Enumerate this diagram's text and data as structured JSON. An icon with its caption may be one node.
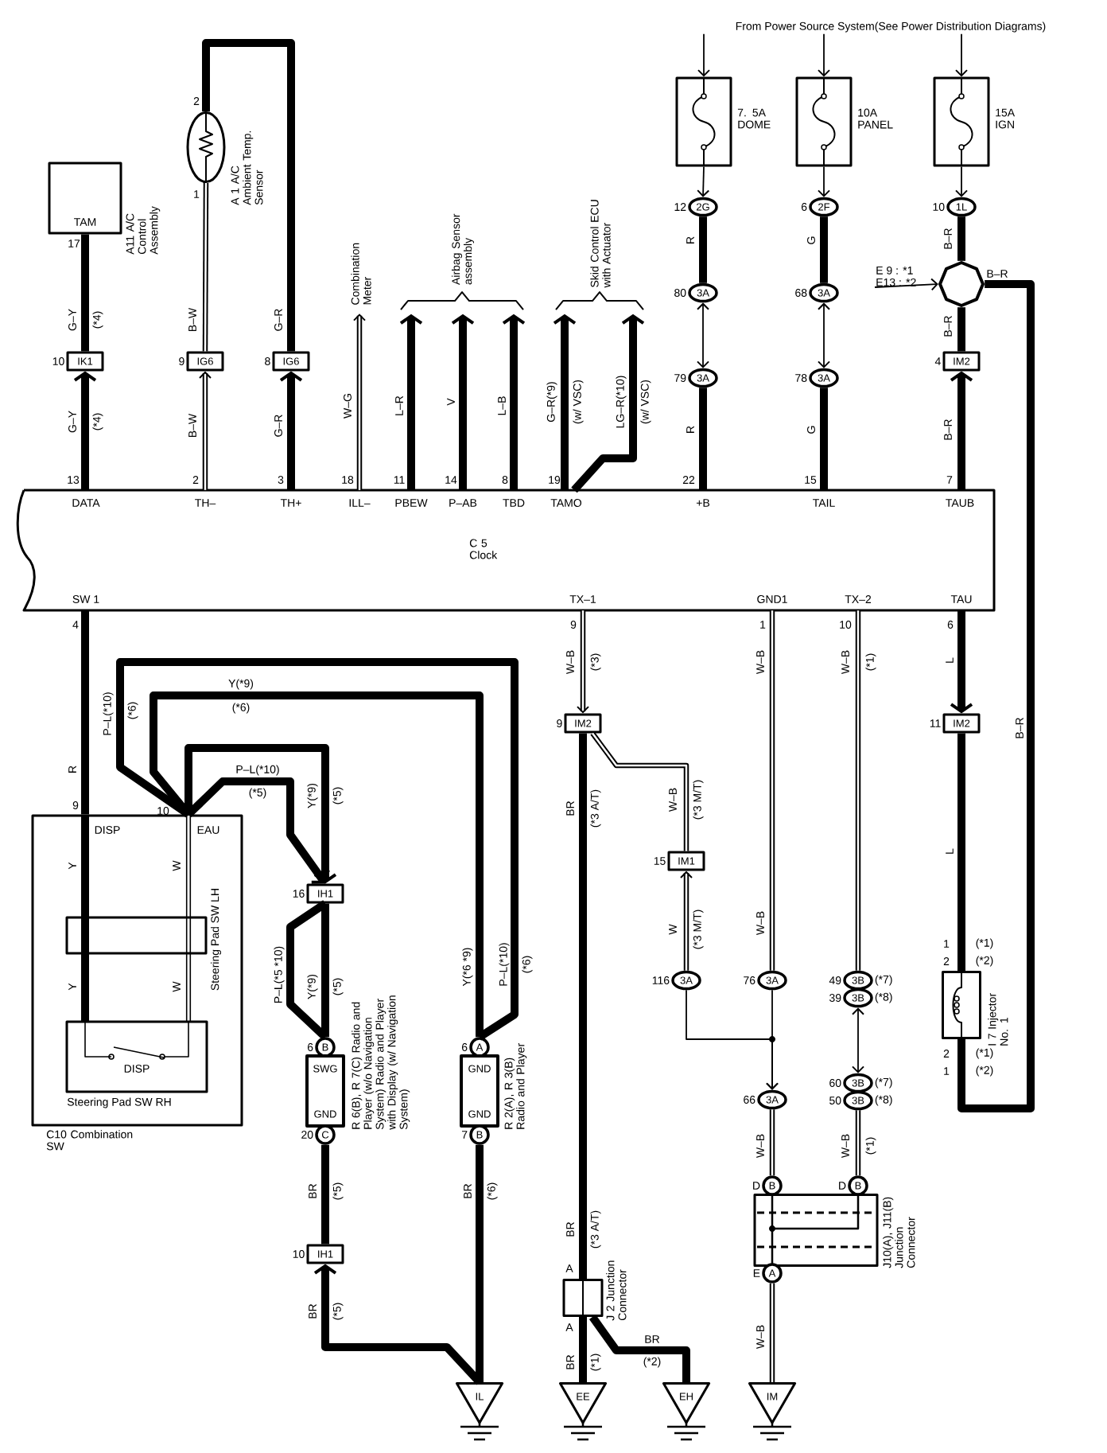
{
  "diagram": {
    "nodes": [
      {
        "text": [
          "TAM"
        ],
        "beside": [
          "A11 A/C Control Assembly"
        ]
      },
      {
        "text": [],
        "shape": "circle",
        "beside": [
          "A 1 A/C Ambient Temp. Sensor"
        ]
      },
      {
        "text": [
          "IK1"
        ],
        "beside": [
          "10"
        ]
      },
      {
        "text": [
          "IG6"
        ],
        "beside": [
          "9"
        ]
      },
      {
        "text": [
          "IG6"
        ],
        "beside": [
          "8"
        ]
      },
      {
        "text": [
          "Combination Meter"
        ]
      },
      {
        "text": [
          "Airbag Sensor assembly"
        ]
      },
      {
        "text": [
          "Skid Control ECU with Actuator"
        ]
      },
      {
        "text": [
          "7. 5A DOME"
        ]
      },
      {
        "text": [
          "10A PANEL"
        ]
      },
      {
        "text": [
          "15A IGN"
        ]
      },
      {
        "text": [
          "2G"
        ],
        "beside": [
          "12"
        ]
      },
      {
        "text": [
          "2F"
        ],
        "beside": [
          "6"
        ]
      },
      {
        "text": [
          "1L"
        ],
        "beside": [
          "10"
        ]
      },
      {
        "text": [],
        "shape": "octagon"
      },
      {
        "text": [
          "E 9 : *1",
          "E13 : *2"
        ]
      },
      {
        "text": [
          "3A"
        ],
        "beside": [
          "80"
        ]
      },
      {
        "text": [
          "3A"
        ],
        "beside": [
          "68"
        ]
      },
      {
        "text": [
          "3A"
        ],
        "beside": [
          "79"
        ]
      },
      {
        "text": [
          "3A"
        ],
        "beside": [
          "78"
        ]
      },
      {
        "text": [
          "IM2"
        ],
        "beside": [
          "4"
        ]
      },
      {
        "text": [
          "C 5 Clock"
        ]
      },
      {
        "text": [
          "IM2"
        ],
        "beside": [
          "9"
        ]
      },
      {
        "text": [
          "IM2"
        ],
        "beside": [
          "11"
        ]
      },
      {
        "text": [
          "C10 Combination SW"
        ]
      },
      {
        "text": [
          "Steering Pad SW LH"
        ],
        "in": 24
      },
      {
        "text": [
          "DISP",
          "Steering Pad SW RH"
        ],
        "in": 24
      },
      {
        "text": [
          "IH1"
        ],
        "beside": [
          "16"
        ]
      },
      {
        "text": [
          "B"
        ],
        "beside": [
          "6"
        ]
      },
      {
        "text": [
          "SWG",
          "GND"
        ],
        "beside": [
          "R 6(B), R 7(C) Radio and Player (w/o Navigation System) Radio and Player with Display (w/ Navigation System)"
        ]
      },
      {
        "text": [
          "C"
        ],
        "beside": [
          "20"
        ]
      },
      {
        "text": [
          "A"
        ],
        "beside": [
          "6"
        ]
      },
      {
        "text": [
          "GND",
          "GND"
        ],
        "beside": [
          "R 2(A), R 3(B) Radio and Player"
        ]
      },
      {
        "text": [
          "B"
        ],
        "beside": [
          "7"
        ]
      },
      {
        "text": [
          "IM1"
        ],
        "beside": [
          "15"
        ]
      },
      {
        "text": [
          "3A"
        ],
        "beside": [
          "116"
        ]
      },
      {
        "text": [
          "3A"
        ],
        "beside": [
          "76"
        ]
      },
      {
        "text": [
          "3B"
        ],
        "beside": [
          "49",
          "(*7)"
        ]
      },
      {
        "text": [
          "3B"
        ],
        "beside": [
          "39",
          "(*8)"
        ]
      },
      {
        "text": [],
        "shape": "box",
        "beside": [
          "I 7 Injector No. 1",
          "1",
          "(*1)",
          "2",
          "(*2)",
          "2",
          "(*1)",
          "1",
          "(*2)"
        ]
      },
      {
        "text": [
          "IH1"
        ],
        "beside": [
          "10"
        ]
      },
      {
        "text": [
          "3A"
        ],
        "beside": [
          "66"
        ]
      },
      {
        "text": [
          "3B"
        ],
        "beside": [
          "60",
          "(*7)"
        ]
      },
      {
        "text": [
          "3B"
        ],
        "beside": [
          "50",
          "(*8)"
        ]
      },
      {
        "text": [
          "B"
        ],
        "beside": [
          "D"
        ]
      },
      {
        "text": [
          "B"
        ],
        "beside": [
          "D"
        ]
      },
      {
        "text": [],
        "shape": "box",
        "beside": [
          "J10(A), J11(B) Junction Connector"
        ]
      },
      {
        "text": [
          "A"
        ],
        "beside": [
          "E"
        ]
      },
      {
        "text": [],
        "shape": "box",
        "beside": [
          "J 2 Junction Connector"
        ]
      },
      {
        "text": [
          "IL"
        ]
      },
      {
        "text": [
          "EE"
        ]
      },
      {
        "text": [
          "EH"
        ]
      },
      {
        "text": [
          "IM"
        ]
      },
      {
        "text": [
          "From Power Source System(See Power Distribution Diagrams)"
        ]
      }
    ],
    "edges": [
      {
        "from": 0,
        "to": 2,
        "arrow": "none"
      },
      {
        "from": 21,
        "to": 2,
        "arrow": "to"
      },
      {
        "from": 1,
        "to": 3,
        "arrow": "none"
      },
      {
        "from": 1,
        "to": 4,
        "arrow": "none"
      },
      {
        "from": 21,
        "to": 3,
        "arrow": "to"
      },
      {
        "from": 21,
        "to": 4,
        "arrow": "to"
      },
      {
        "from": 21,
        "to": 5,
        "arrow": "to"
      },
      {
        "from": 21,
        "to": 6,
        "arrow": "to"
      },
      {
        "from": 21,
        "to": 6,
        "arrow": "to"
      },
      {
        "from": 21,
        "to": 6,
        "arrow": "to"
      },
      {
        "from": 21,
        "to": 7,
        "arrow": "to"
      },
      {
        "from": 21,
        "to": 7,
        "arrow": "to"
      },
      {
        "from": 53,
        "to": 8,
        "arrow": "to"
      },
      {
        "from": 53,
        "to": 9,
        "arrow": "to"
      },
      {
        "from": 53,
        "to": 10,
        "arrow": "to"
      },
      {
        "from": 8,
        "to": 11,
        "arrow": "to"
      },
      {
        "from": 9,
        "to": 12,
        "arrow": "to"
      },
      {
        "from": 10,
        "to": 13,
        "arrow": "to"
      },
      {
        "from": 11,
        "to": 16,
        "arrow": "none"
      },
      {
        "from": 16,
        "to": 18,
        "arrow": "both"
      },
      {
        "from": 18,
        "to": 21,
        "arrow": "none"
      },
      {
        "from": 12,
        "to": 17,
        "arrow": "none"
      },
      {
        "from": 17,
        "to": 19,
        "arrow": "both"
      },
      {
        "from": 19,
        "to": 21,
        "arrow": "none"
      },
      {
        "from": 13,
        "to": 14,
        "arrow": "none"
      },
      {
        "from": 14,
        "to": 20,
        "arrow": "none"
      },
      {
        "from": 21,
        "to": 20,
        "arrow": "to"
      },
      {
        "from": 15,
        "to": 14,
        "arrow": "to"
      },
      {
        "from": 14,
        "to": 39,
        "arrow": "none"
      },
      {
        "from": 21,
        "to": 23,
        "arrow": "to"
      },
      {
        "from": 23,
        "to": 39,
        "arrow": "none"
      },
      {
        "from": 21,
        "to": 24,
        "arrow": "none"
      },
      {
        "from": 24,
        "to": 31,
        "arrow": "none"
      },
      {
        "from": 24,
        "to": 31,
        "arrow": "none"
      },
      {
        "from": 24,
        "to": 27,
        "arrow": "to"
      },
      {
        "from": 24,
        "to": 27,
        "arrow": "to"
      },
      {
        "from": 27,
        "to": 28,
        "arrow": "none"
      },
      {
        "from": 27,
        "to": 28,
        "arrow": "none"
      },
      {
        "from": 30,
        "to": 40,
        "arrow": "none"
      },
      {
        "from": 49,
        "to": 40,
        "arrow": "to"
      },
      {
        "from": 33,
        "to": 49,
        "arrow": "none"
      },
      {
        "from": 21,
        "to": 22,
        "arrow": "to"
      },
      {
        "from": 22,
        "to": 48,
        "arrow": "none"
      },
      {
        "from": 22,
        "to": 34,
        "arrow": "none"
      },
      {
        "from": 35,
        "to": 34,
        "arrow": "to"
      },
      {
        "from": 21,
        "to": 36,
        "arrow": "none"
      },
      {
        "from": 35,
        "to": 41,
        "arrow": "to"
      },
      {
        "from": 36,
        "to": 41,
        "arrow": "to"
      },
      {
        "from": 21,
        "to": 37,
        "arrow": "none"
      },
      {
        "from": 38,
        "to": 42,
        "arrow": "both"
      },
      {
        "from": 41,
        "to": 44,
        "arrow": "none"
      },
      {
        "from": 43,
        "to": 45,
        "arrow": "none"
      },
      {
        "from": 47,
        "to": 52,
        "arrow": "none"
      },
      {
        "from": 48,
        "to": 50,
        "arrow": "none"
      },
      {
        "from": 48,
        "to": 51,
        "arrow": "none"
      }
    ],
    "labels": [
      "17",
      "2",
      "1",
      "G–Y",
      "(*4)",
      "B–W",
      "G–R",
      "G–Y",
      "(*4)",
      "B–W",
      "G–R",
      "W–G",
      "L–R",
      "V",
      "L–B",
      "G–R(*9)",
      "(w/ VSC)",
      "LG–R(*10)",
      "(w/ VSC)",
      "R",
      "G",
      "B–R",
      "B–R",
      "B–R",
      "R",
      "G",
      "B–R",
      "13",
      "2",
      "3",
      "18",
      "11",
      "14",
      "8",
      "19",
      "22",
      "15",
      "7",
      "DATA",
      "TH–",
      "TH+",
      "ILL–",
      "PBEW",
      "P–AB",
      "TBD",
      "TAMO",
      "+B",
      "TAIL",
      "TAUB",
      "SW 1",
      "TX–1",
      "GND1",
      "TX–2",
      "TAU",
      "4",
      "9",
      "1",
      "10",
      "6",
      "W–B",
      "(*3)",
      "W–B",
      "W–B",
      "(*1)",
      "L",
      "B–R",
      "BR",
      "(*3 A/T)",
      "W–B",
      "(*3 M/T)",
      "L",
      "W",
      "(*3 M/T)",
      "W–B",
      "W–B",
      "W–B",
      "(*1)",
      "W–B",
      "BR",
      "(*3 A/T)",
      "A",
      "A",
      "BR",
      "BR",
      "(*1)",
      "(*2)",
      "R",
      "9",
      "10",
      "P–L(*10)",
      "(*6)",
      "Y(*9)",
      "(*6)",
      "P–L(*10)",
      "(*5)",
      "Y(*9)",
      "(*5)",
      "DISP",
      "EAU",
      "Y",
      "W",
      "Y",
      "W",
      "P–L(*5 *10)",
      "Y(*9)",
      "(*5)",
      "Y(*6 *9)",
      "P–L(*10)",
      "(*6)",
      "BR",
      "(*5)",
      "BR",
      "(*6)",
      "BR",
      "(*5)"
    ]
  }
}
